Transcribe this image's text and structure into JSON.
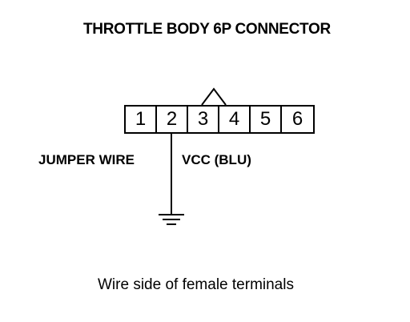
{
  "title": "THROTTLE BODY 6P CONNECTOR",
  "connector": {
    "pins": [
      "1",
      "2",
      "3",
      "4",
      "5",
      "6"
    ]
  },
  "labels": {
    "jumper_wire": "JUMPER WIRE",
    "vcc": "VCC (BLU)"
  },
  "caption": "Wire side of female terminals"
}
